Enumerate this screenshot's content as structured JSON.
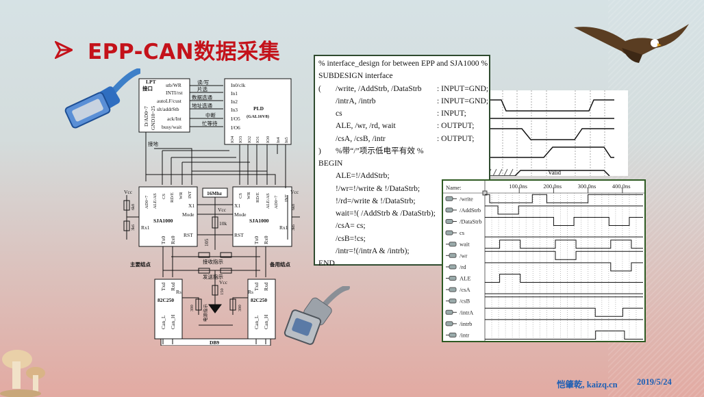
{
  "slide": {
    "title": "EPP-CAN数据采集",
    "bullet_icon": "arrow-bullet-icon"
  },
  "code": {
    "lines": [
      {
        "a": "% interface_design for between EPP and SJA1000 %",
        "b": "",
        "c": ""
      },
      {
        "a": "SUBDESIGN interface",
        "b": "",
        "c": ""
      },
      {
        "a": "(",
        "b": "/write, /AddStrb, /DataStrb",
        "c": ": INPUT=GND;"
      },
      {
        "a": "",
        "b": "/intrA, /intrb",
        "c": ": INPUT=GND;"
      },
      {
        "a": "",
        "b": "cs",
        "c": ": INPUT;"
      },
      {
        "a": "",
        "b": "ALE, /wr, /rd, wait",
        "c": ": OUTPUT;"
      },
      {
        "a": "",
        "b": "/csA, /csB, /intr",
        "c": ": OUTPUT;"
      },
      {
        "a": ")",
        "b": "              %带“/”项示低电平有效  %",
        "c": ""
      },
      {
        "a": "BEGIN",
        "b": "",
        "c": ""
      },
      {
        "a": "",
        "b": "ALE=!/AddStrb;",
        "c": ""
      },
      {
        "a": "",
        "b": "!/wr=!/write & !/DataStrb;",
        "c": ""
      },
      {
        "a": "",
        "b": "!/rd=/write & !/DataStrb;",
        "c": ""
      },
      {
        "a": "",
        "b": "wait=!( /AddStrb & /DataStrb);",
        "c": ""
      },
      {
        "a": "",
        "b": "/csA= cs;",
        "c": ""
      },
      {
        "a": "",
        "b": "/csB=!cs;",
        "c": ""
      },
      {
        "a": "",
        "b": "/intr=!(/intrA & /intrb);",
        "c": ""
      },
      {
        "a": "END",
        "b": "",
        "c": ""
      }
    ]
  },
  "small_timing": {
    "valid_label": "Valid"
  },
  "timing": {
    "name_header": "Name:",
    "time_range_ns": [
      0,
      460
    ],
    "ticks": [
      {
        "ns": 100,
        "label": "100.0ns"
      },
      {
        "ns": 200,
        "label": "200.0ns"
      },
      {
        "ns": 300,
        "label": "300.0ns"
      },
      {
        "ns": 400,
        "label": "400.0ns"
      }
    ],
    "signals": [
      {
        "name": "/write",
        "dir": "in",
        "init": 1,
        "edges": [
          14,
          138,
          180,
          300
        ]
      },
      {
        "name": "/AddStrb",
        "dir": "in",
        "init": 1,
        "edges": [
          38,
          98
        ]
      },
      {
        "name": "/DataStrb",
        "dir": "in",
        "init": 1,
        "edges": [
          200,
          259,
          361,
          420
        ]
      },
      {
        "name": "cs",
        "dir": "in",
        "init": 0,
        "edges": []
      },
      {
        "name": "wait",
        "dir": "out",
        "init": 0,
        "edges": [
          43,
          103,
          205,
          265,
          366,
          426
        ]
      },
      {
        "name": "/wr",
        "dir": "out",
        "init": 1,
        "edges": [
          205,
          265
        ]
      },
      {
        "name": "/rd",
        "dir": "out",
        "init": 1,
        "edges": [
          366,
          426
        ]
      },
      {
        "name": "ALE",
        "dir": "out",
        "init": 0,
        "edges": [
          43,
          103
        ]
      },
      {
        "name": "/csA",
        "dir": "out",
        "init": 0,
        "edges": []
      },
      {
        "name": "/csB",
        "dir": "out",
        "init": 1,
        "edges": []
      },
      {
        "name": "/intrA",
        "dir": "in",
        "init": 1,
        "edges": [
          321,
          401
        ]
      },
      {
        "name": "/intrb",
        "dir": "in",
        "init": 1,
        "edges": []
      },
      {
        "name": "/intr",
        "dir": "out",
        "init": 0,
        "edges": [
          322,
          406
        ]
      }
    ]
  },
  "schematic": {
    "lpt": "LPT",
    "lpt2": "接口",
    "stb": "stb/WR",
    "inti": "INTI/rst",
    "autolf": "autoLF/cust",
    "slt": "slt/addrStb",
    "ack": "ack/Int",
    "busy": "busy/wait",
    "dad": "D/AD0~7",
    "gnd": "GND18~25",
    "jiedi": "接地",
    "rw": "读/写",
    "cs": "片选",
    "data": "数据选通",
    "addr": "地址选通",
    "int": "中断",
    "wait": "忙等待",
    "in0": "In0/clk",
    "in1": "In1",
    "in2": "In2",
    "in3": "In3",
    "io5": "I/O5",
    "io6": "I/O6",
    "pld": "PLD",
    "gal": "(GAL16V8)",
    "pld_pins": [
      "IO4",
      "IO3",
      "IO2",
      "IO1",
      "IO0",
      "In4",
      "In5"
    ],
    "sja": "SJA1000",
    "sja_left_pins": [
      "AD0~7",
      "ALE/AS",
      "CS",
      "RD/E",
      "WR",
      "INT"
    ],
    "sja_right_pins": [
      "CS",
      "WR",
      "RD/E",
      "ALE/AS",
      "AD0~7",
      "INT"
    ],
    "x1": "X1",
    "mode": "Mode",
    "rst": "RST",
    "rx1": "Rx1",
    "tx0": "Tx0",
    "rx0": "Rx0",
    "vcc": "Vcc",
    "osc": "16Mhz",
    "r10k": "10k",
    "c105": "105",
    "r6k8": "6k8",
    "r3k6": "3k6",
    "main_node": "主要结点",
    "backup_node": "备用结点",
    "rx_ind": "接收指示",
    "tx_ind": "发送指示",
    "pwr_ind": "电源指示",
    "r150": "150",
    "r390": "390",
    "can": "82C250",
    "txd": "Txd",
    "rxd": "Rxd",
    "rs": "Rs",
    "canl": "Can_L",
    "canh": "Can_H",
    "db9": "DB9"
  },
  "footer": {
    "author": "恺肇乾, kaizq.cn",
    "date": "2019/5/24"
  },
  "colors": {
    "title": "#c4121a",
    "footer": "#1c5fb5",
    "panel_border": "#2e5a22"
  }
}
